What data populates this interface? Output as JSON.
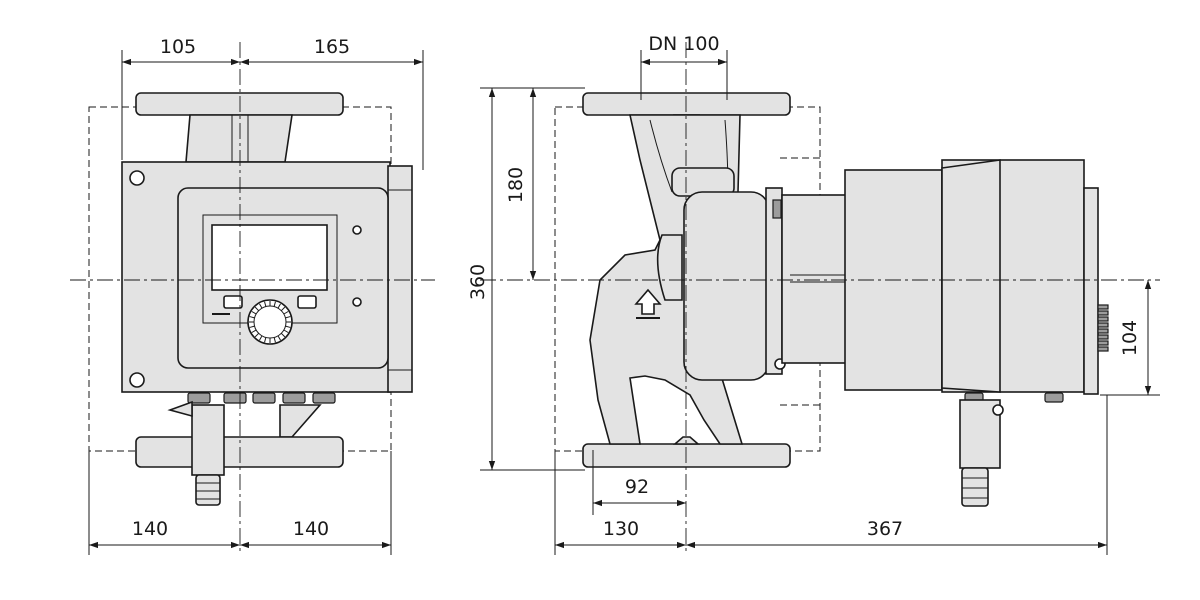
{
  "front_view": {
    "dim_top_left": "105",
    "dim_top_right": "165",
    "dim_bottom_left": "140",
    "dim_bottom_right": "140"
  },
  "side_view": {
    "dim_flange": "DN 100",
    "dim_height_total": "360",
    "dim_height_half": "180",
    "dim_motor_offset": "104",
    "dim_base_offset": "92",
    "dim_left_length": "130",
    "dim_right_length": "367"
  },
  "colors": {
    "line": "#1a1a1a",
    "fill": "#e3e3e3",
    "dark_fill": "#9c9c9c"
  }
}
